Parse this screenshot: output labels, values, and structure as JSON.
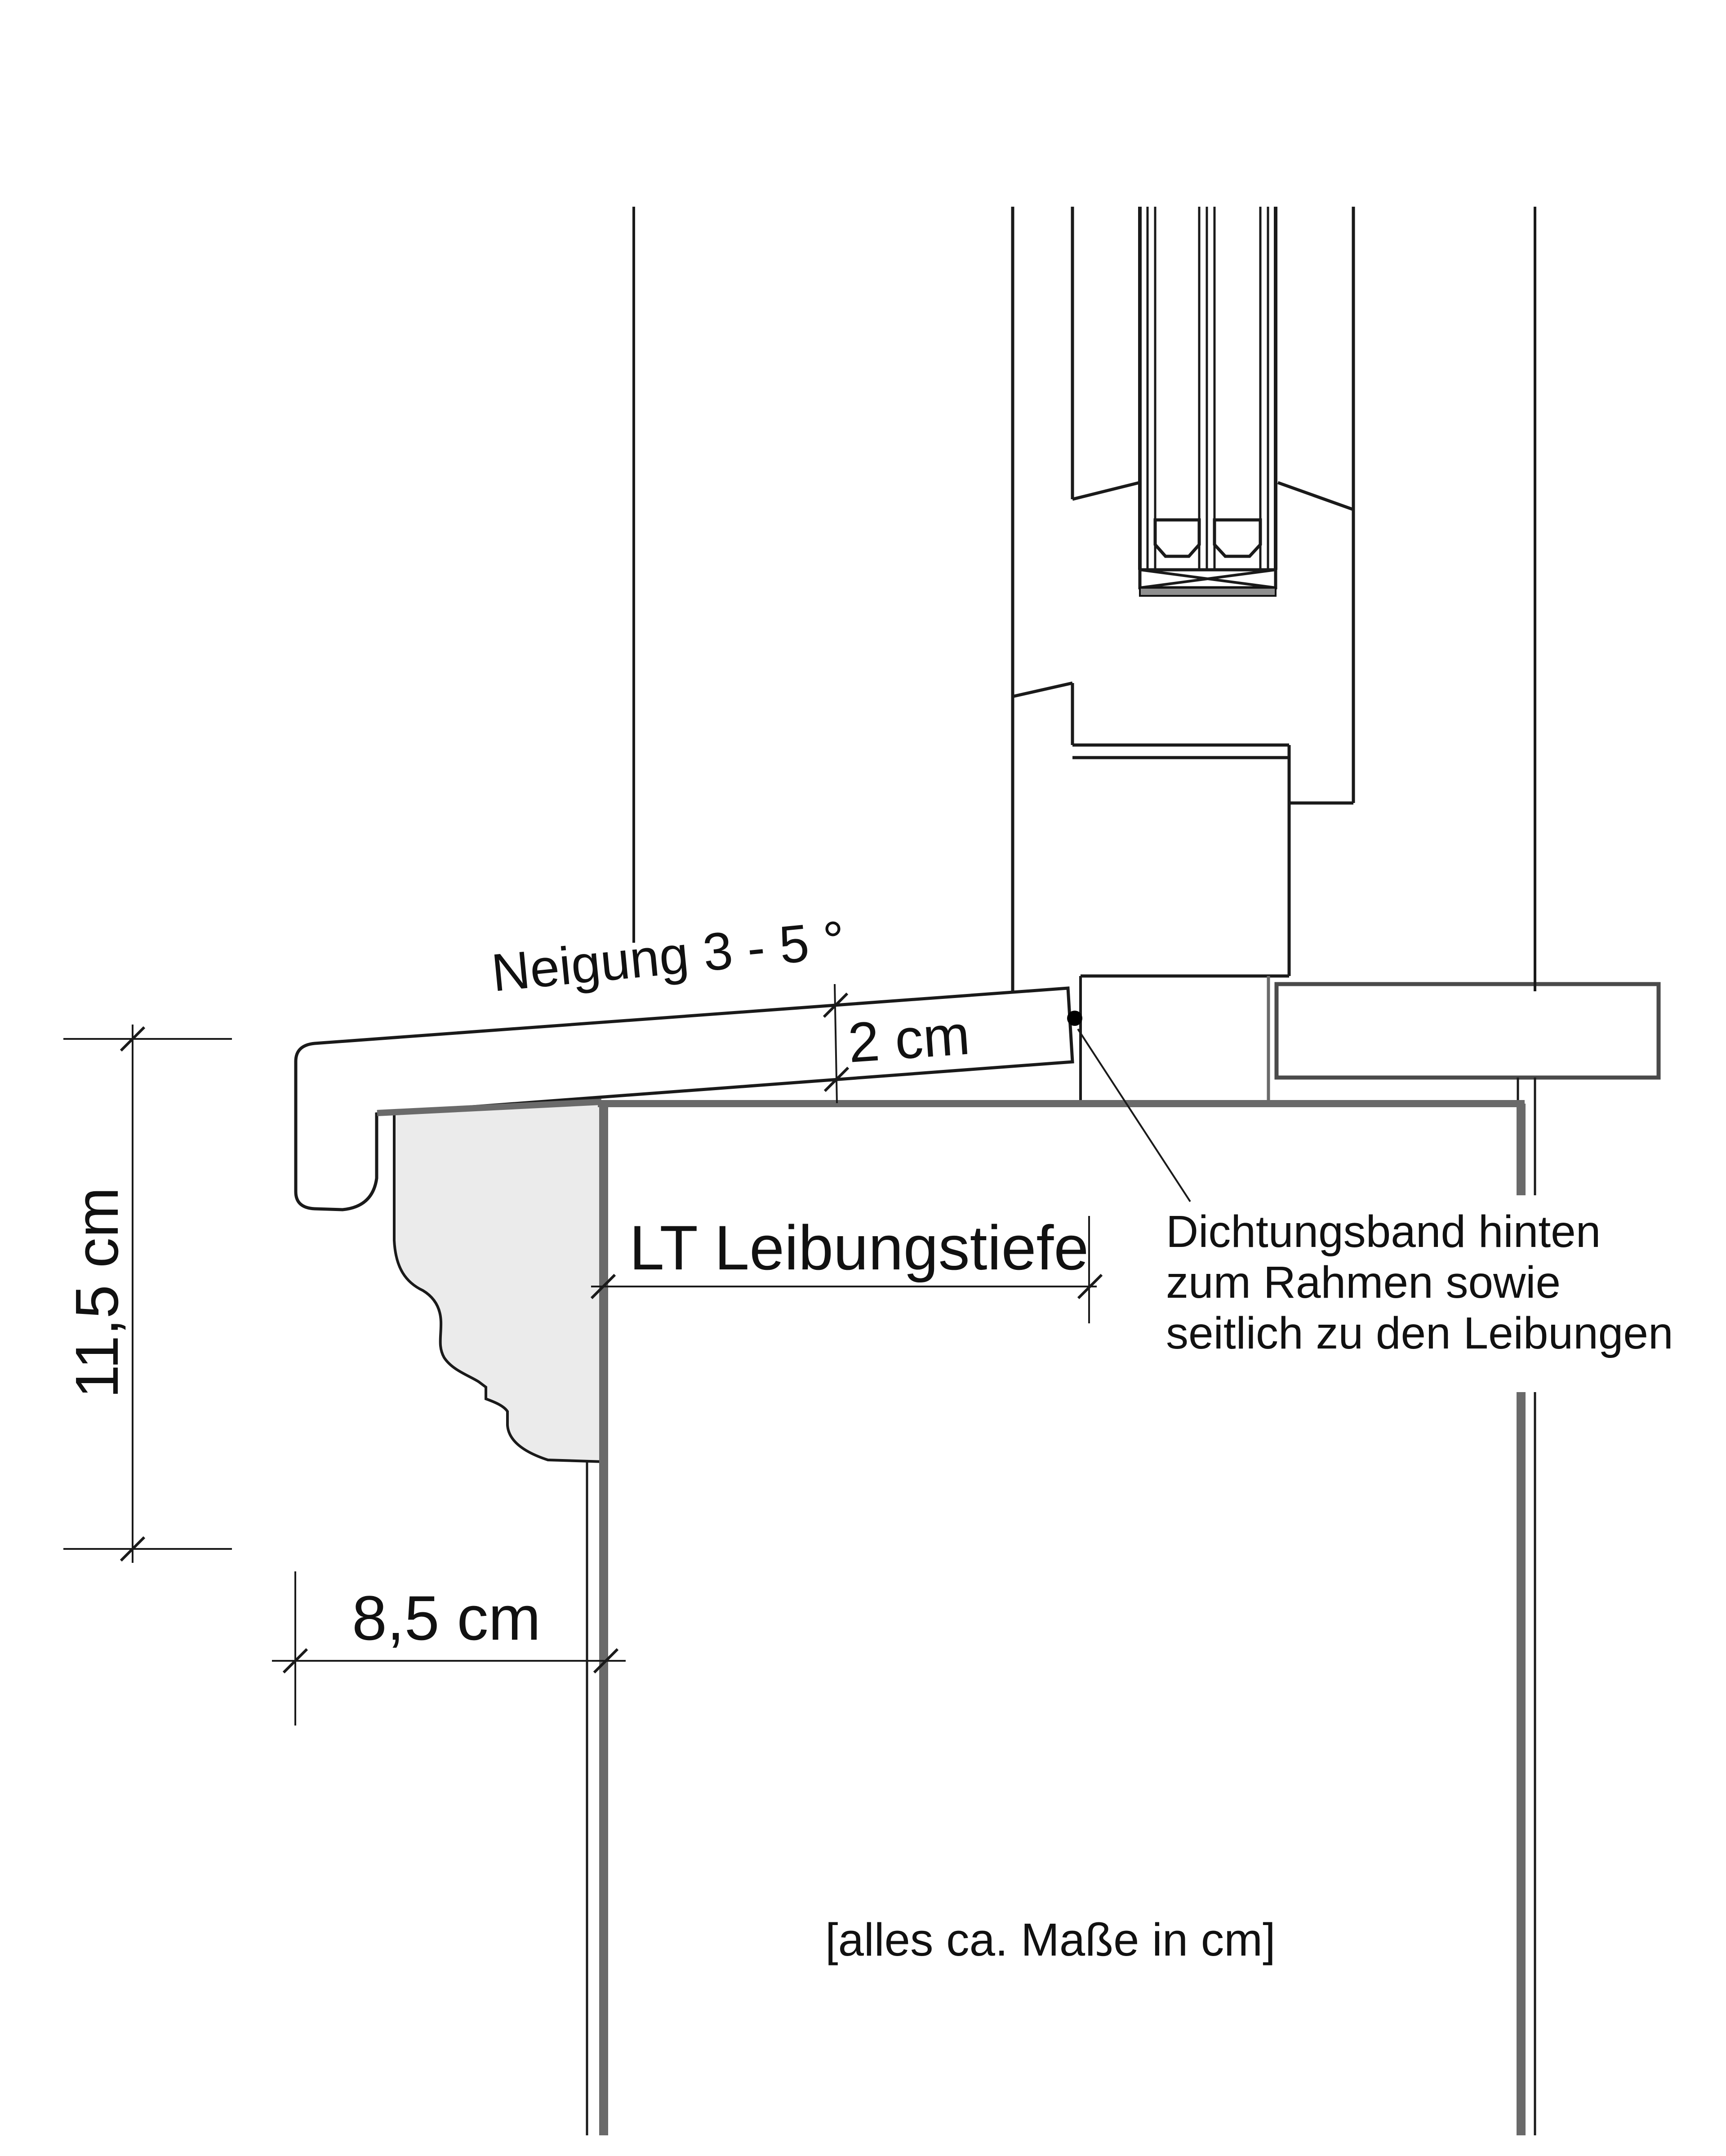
{
  "drawing": {
    "kind": "window-sill-section-detail",
    "labels": {
      "slope": "Neigung 3 - 5 °",
      "sill_thickness": "2 cm",
      "assembly_height": "11,5 cm",
      "reveal_depth": "LT Leibungstiefe",
      "overhang": "8,5 cm",
      "footer_note": "[alles ca. Maße in cm]"
    },
    "sealing_note": {
      "line1": "Dichtungsband hinten",
      "line2": "zum Rahmen sowie",
      "line3": "seitlich zu den Leibungen"
    },
    "colors": {
      "paper": "#ffffff",
      "outline": "#1a1a1a",
      "profile_fill": "#ebebeb",
      "masonry_gray": "#6a6a6a",
      "board_stroke": "#4a4a4a",
      "spacer_band": "#8f8f8f",
      "text": "#111111"
    }
  }
}
